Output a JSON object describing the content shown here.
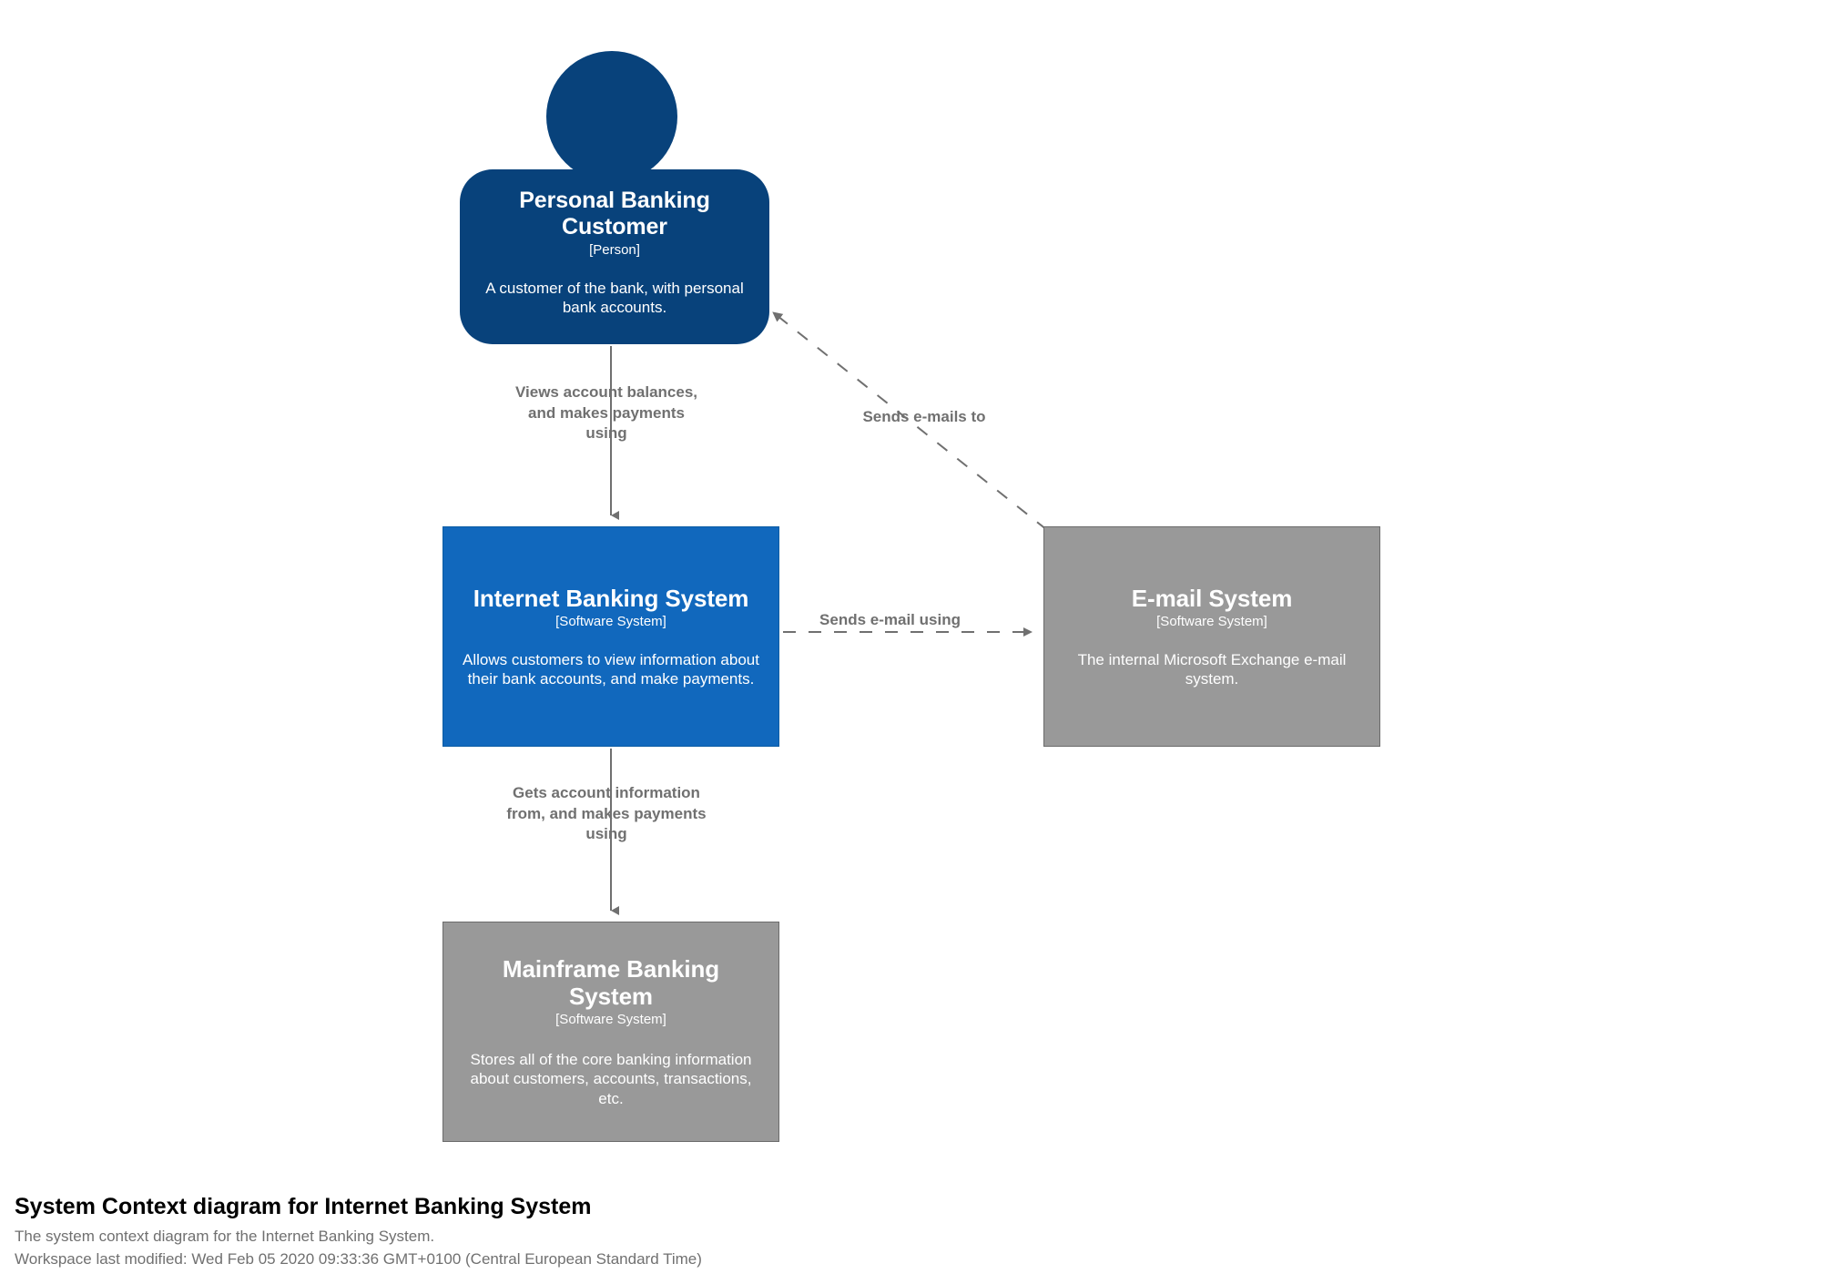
{
  "diagram": {
    "title": "System Context diagram for Internet Banking System",
    "description": "The system context diagram for the Internet Banking System.",
    "modified": "Workspace last modified: Wed Feb 05 2020 09:33:36 GMT+0100 (Central European Standard Time)",
    "background": "#ffffff"
  },
  "colors": {
    "person": "#08427b",
    "focus_system": "#1168bd",
    "external_system": "#999999",
    "edge": "#707070",
    "node_text": "#ffffff",
    "title_text": "#000000"
  },
  "nodes": [
    {
      "id": "personal-banking-customer",
      "shape": "person",
      "name": "Personal Banking Customer",
      "tech": "[Person]",
      "description": "A customer of the bank, with personal bank accounts.",
      "color": "#08427b"
    },
    {
      "id": "internet-banking-system",
      "shape": "box",
      "name": "Internet Banking System",
      "tech": "[Software System]",
      "description": "Allows customers to view information about their bank accounts, and make payments.",
      "color": "#1168bd"
    },
    {
      "id": "email-system",
      "shape": "box",
      "name": "E-mail System",
      "tech": "[Software System]",
      "description": "The internal Microsoft Exchange e-mail system.",
      "color": "#999999"
    },
    {
      "id": "mainframe-banking-system",
      "shape": "box",
      "name": "Mainframe Banking System",
      "tech": "[Software System]",
      "description": "Stores all of the core banking information about customers, accounts, transactions, etc.",
      "color": "#999999"
    }
  ],
  "edges": [
    {
      "id": "customer-to-internet-banking",
      "from": "personal-banking-customer",
      "to": "internet-banking-system",
      "label": "Views account balances, and makes payments using",
      "style": "solid"
    },
    {
      "id": "email-to-customer",
      "from": "email-system",
      "to": "personal-banking-customer",
      "label": "Sends e-mails to",
      "style": "dashed"
    },
    {
      "id": "internet-banking-to-email",
      "from": "internet-banking-system",
      "to": "email-system",
      "label": "Sends e-mail using",
      "style": "dashed"
    },
    {
      "id": "internet-banking-to-mainframe",
      "from": "internet-banking-system",
      "to": "mainframe-banking-system",
      "label": "Gets account information from, and makes payments using",
      "style": "solid"
    }
  ]
}
